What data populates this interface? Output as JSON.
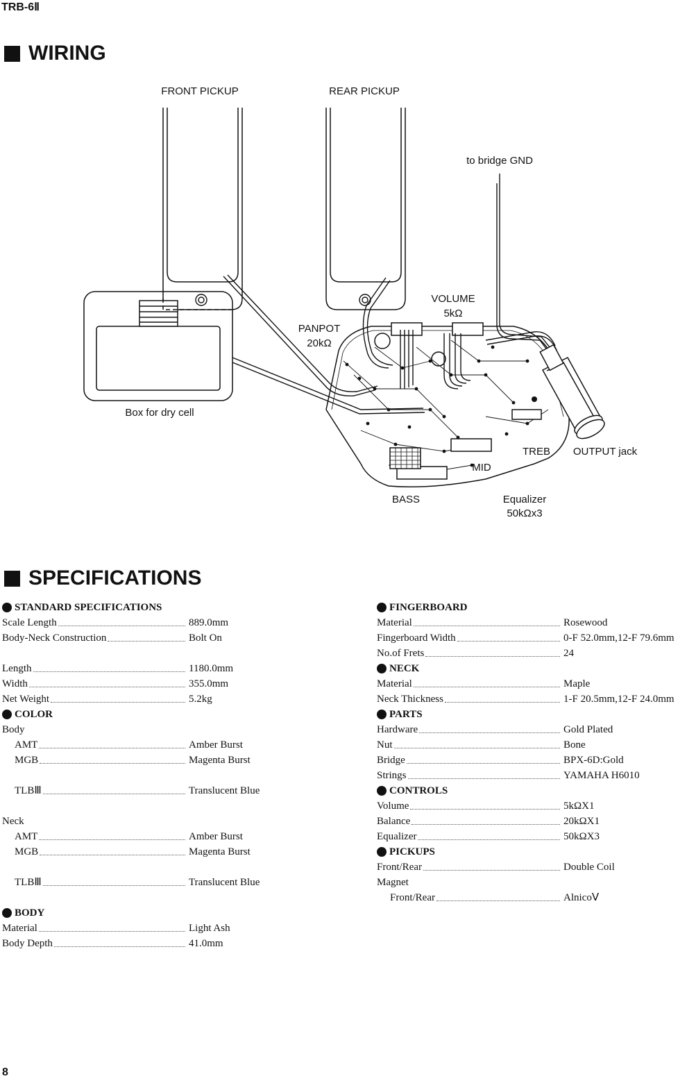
{
  "header": {
    "model": "TRB-6Ⅱ"
  },
  "wiring": {
    "title": "WIRING",
    "labels": {
      "front_pickup": "FRONT PICKUP",
      "rear_pickup": "REAR PICKUP",
      "to_bridge_gnd": "to bridge GND",
      "volume": "VOLUME",
      "volume_value": "5kΩ",
      "panpot": "PANPOT",
      "panpot_value": "20kΩ",
      "box_for_dry_cell": "Box for dry cell",
      "treb": "TREB",
      "output_jack": "OUTPUT jack",
      "mid": "MID",
      "bass": "BASS",
      "equalizer": "Equalizer",
      "equalizer_value": "50kΩx3"
    }
  },
  "specs": {
    "title": "SPECIFICATIONS",
    "left": {
      "standard": {
        "heading": "STANDARD SPECIFICATIONS",
        "scale_length": [
          "Scale Length",
          "889.0mm"
        ],
        "body_neck": [
          "Body-Neck Construction",
          "Bolt On"
        ],
        "length": [
          "Length",
          "1180.0mm"
        ],
        "width": [
          "Width",
          "355.0mm"
        ],
        "net_weight": [
          "Net Weight",
          "5.2kg"
        ]
      },
      "color": {
        "heading": "COLOR",
        "body_label": "Body",
        "body_amt": [
          "AMT",
          "Amber Burst"
        ],
        "body_mgb": [
          "MGB",
          "Magenta Burst"
        ],
        "body_tlb": [
          "TLBⅢ",
          "Translucent Blue"
        ],
        "neck_label": "Neck",
        "neck_amt": [
          "AMT",
          "Amber Burst"
        ],
        "neck_mgb": [
          "MGB",
          "Magenta Burst"
        ],
        "neck_tlb": [
          "TLBⅢ",
          "Translucent Blue"
        ]
      },
      "body": {
        "heading": "BODY",
        "material": [
          "Material",
          "Light Ash"
        ],
        "depth": [
          "Body Depth",
          "41.0mm"
        ]
      }
    },
    "right": {
      "fingerboard": {
        "heading": "FINGERBOARD",
        "material": [
          "Material",
          "Rosewood"
        ],
        "width": [
          "Fingerboard Width",
          "0-F 52.0mm,12-F 79.6mm"
        ],
        "frets": [
          "No.of Frets",
          "24"
        ]
      },
      "neck": {
        "heading": "NECK",
        "material": [
          "Material",
          "Maple"
        ],
        "thickness": [
          "Neck Thickness",
          "1-F 20.5mm,12-F 24.0mm"
        ]
      },
      "parts": {
        "heading": "PARTS",
        "hardware": [
          "Hardware",
          "Gold Plated"
        ],
        "nut": [
          "Nut",
          "Bone"
        ],
        "bridge": [
          "Bridge",
          "BPX-6D:Gold"
        ],
        "strings": [
          "Strings",
          "YAMAHA H6010"
        ]
      },
      "controls": {
        "heading": "CONTROLS",
        "volume": [
          "Volume",
          "5kΩX1"
        ],
        "balance": [
          "Balance",
          "20kΩX1"
        ],
        "equalizer": [
          "Equalizer",
          "50kΩX3"
        ]
      },
      "pickups": {
        "heading": "PICKUPS",
        "front_rear": [
          "Front/Rear",
          "Double Coil"
        ],
        "magnet_label": "Magnet",
        "magnet_front_rear": [
          "Front/Rear",
          "AlnicoⅤ"
        ]
      }
    }
  },
  "footer": {
    "page_number": "8"
  }
}
